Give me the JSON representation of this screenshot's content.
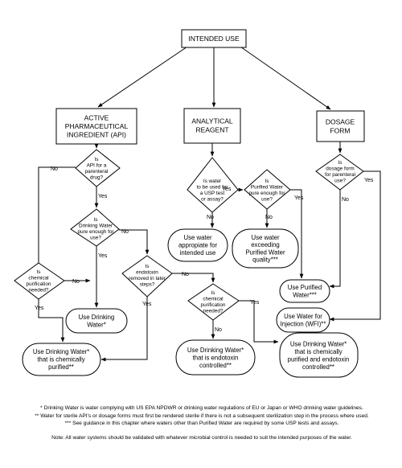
{
  "boxes": {
    "intended_use": [
      "INTENDED USE"
    ],
    "api": [
      "ACTIVE",
      "PHARMACEUTICAL",
      "INGREDIENT (API)"
    ],
    "analytical": [
      "ANALYTICAL",
      "REAGENT"
    ],
    "dosage": [
      "DOSAGE",
      "FORM"
    ]
  },
  "decisions": {
    "api_parenteral": [
      "Is",
      "API for a",
      "parenteral",
      "drug?"
    ],
    "dw_pure_enough": [
      "Is",
      "Drinking Water",
      "pure enough for",
      "use?"
    ],
    "chem_purif_left": [
      "Is",
      "chemical",
      "purification",
      "needed?"
    ],
    "endotoxin_removed": [
      "Is",
      "endotoxin",
      "removed in later",
      "steps?"
    ],
    "chem_purif_mid": [
      "Is",
      "chemical",
      "purification",
      "needed?"
    ],
    "usp_test": [
      "Is water",
      "to be used for",
      "a USP test",
      "or assay?"
    ],
    "pw_pure_enough": [
      "Is",
      "Purified Water",
      "pure enough for",
      "use?"
    ],
    "dosage_parenteral": [
      "Is",
      "dosage form",
      "for parenteral",
      "use?"
    ]
  },
  "outcomes": {
    "use_dw": [
      "Use Drinking",
      "Water*"
    ],
    "use_dw_chem": [
      "Use Drinking Water*",
      "that is chemically",
      "purified**"
    ],
    "use_dw_endo": [
      "Use Drinking Water*",
      "that is endotoxin",
      "controlled**"
    ],
    "use_dw_chem_endo": [
      "Use Drinking Water*",
      "that is chemically",
      "purified and endotoxin",
      "controlled**"
    ],
    "use_appropriate": [
      "Use water",
      "appropiate for",
      "intended use"
    ],
    "use_exceeding": [
      "Use water",
      "exceeding",
      "Purified Water",
      "quality***"
    ],
    "use_pw": [
      "Use Purified",
      "Water***"
    ],
    "use_wfi": [
      "Use Water for",
      "Injection (WFI)**"
    ]
  },
  "labels": {
    "yes": "Yes",
    "no": "No"
  },
  "footnotes": [
    "* Drinking Water is water complying with US EPA NPDWR or drinking water regulations of EU or Japan or WHO drinking water guidelines.",
    "** Water for sterile API's or dosage forms must first be rendered sterile if there is not a subsequent sterilization step in the process where used.",
    "*** See guidance in this chapter where waters other than Purified Water are required by some USP tests and assays."
  ],
  "note": "Note: All water systems should be validated with whatever microbial control is needed to suit the intended purposes of the water."
}
